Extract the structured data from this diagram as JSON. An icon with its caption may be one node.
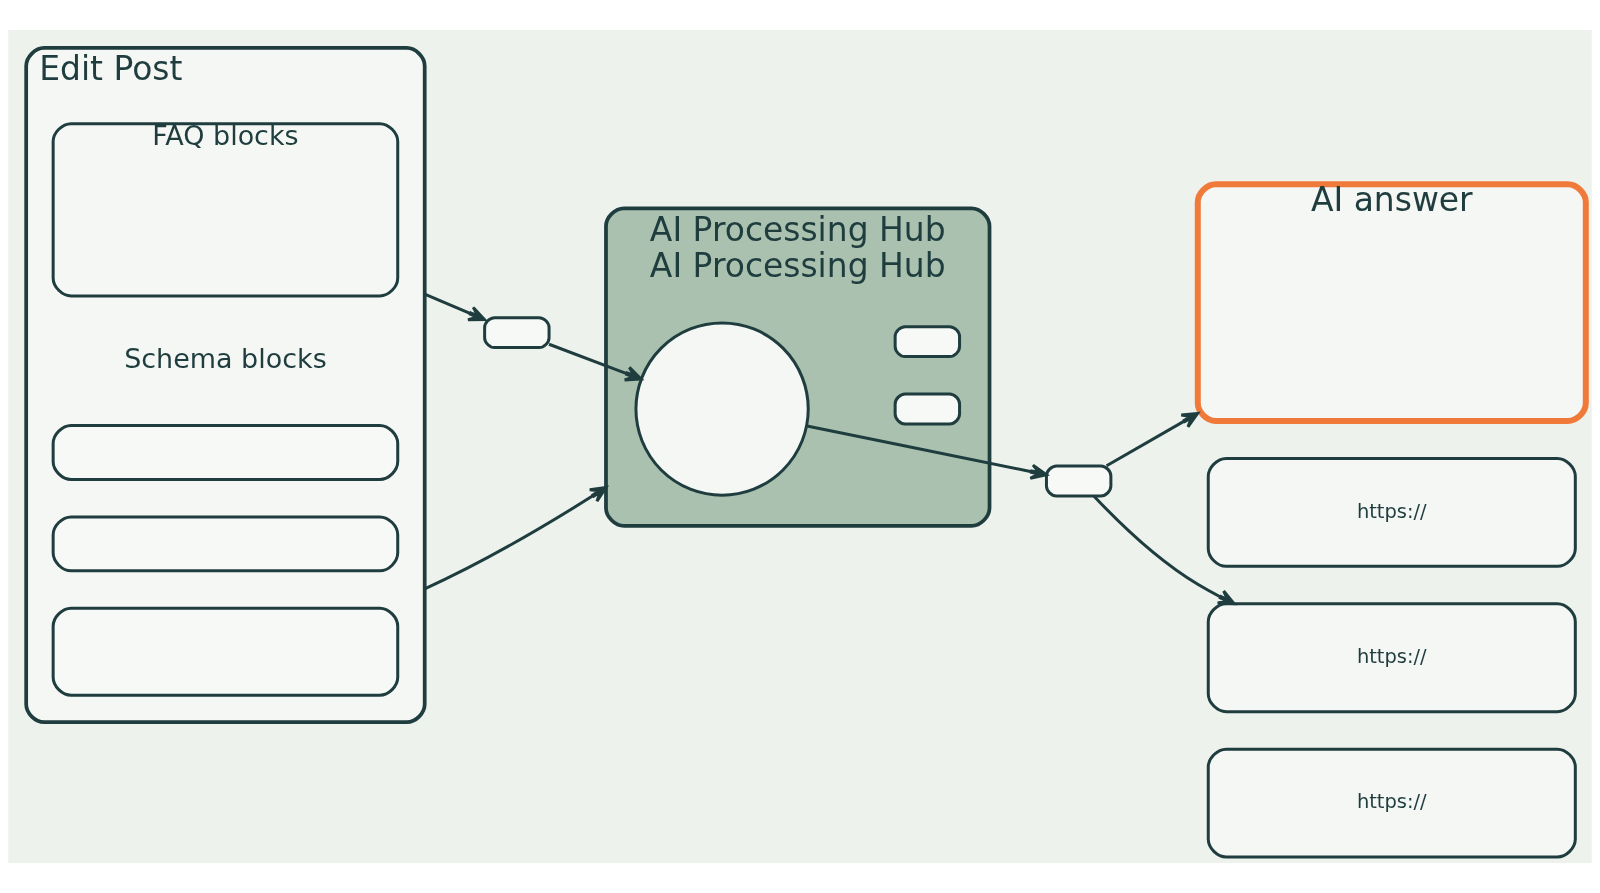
{
  "diagram": {
    "nodes": [
      {
        "text": [
          "Edit Post"
        ]
      },
      {
        "text": [
          "FAQ blocks"
        ],
        "in": 0
      },
      {
        "text": [],
        "shape": "box",
        "in": 0
      },
      {
        "text": [],
        "shape": "box",
        "in": 0
      },
      {
        "text": [],
        "shape": "box",
        "in": 0
      },
      {
        "text": [
          "AI Processing Hub",
          "AI Processing Hub"
        ]
      },
      {
        "text": [],
        "shape": "box"
      },
      {
        "text": [],
        "shape": "circle",
        "in": 5
      },
      {
        "text": [],
        "shape": "box",
        "in": 5
      },
      {
        "text": [],
        "shape": "box"
      },
      {
        "text": [],
        "shape": "box",
        "in": 5
      },
      {
        "text": [
          "AI answer"
        ]
      },
      {
        "text": [
          "https://"
        ]
      },
      {
        "text": [
          "https://"
        ]
      },
      {
        "text": [
          "https://"
        ]
      }
    ],
    "edges": [
      {
        "from": 0,
        "to": 6,
        "arrow": "to"
      },
      {
        "from": 0,
        "to": 5,
        "arrow": "to"
      },
      {
        "from": 6,
        "to": 7,
        "arrow": "to"
      },
      {
        "from": 7,
        "to": 9,
        "arrow": "to"
      },
      {
        "from": 9,
        "to": 11,
        "arrow": "to"
      },
      {
        "from": 9,
        "to": 13,
        "arrow": "to"
      }
    ],
    "labels": [
      "Schema blocks"
    ]
  }
}
